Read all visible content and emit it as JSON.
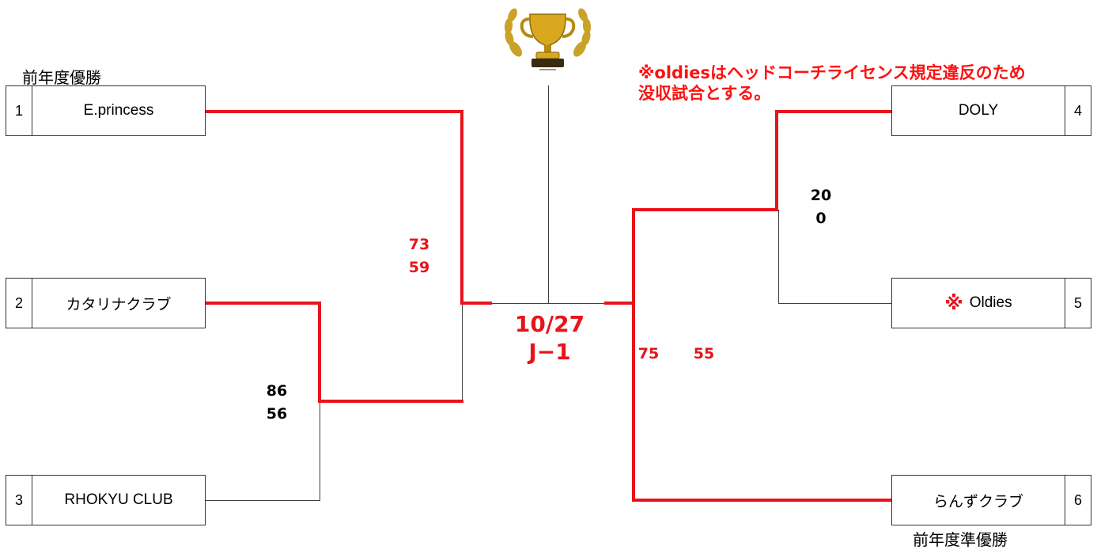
{
  "champion_label": "前年度優勝",
  "runner_up_label": "前年度準優勝",
  "notice": {
    "line1": "※oldiesはヘッドコーチライセンス規定違反のため",
    "line2": "没収試合とする。"
  },
  "final": {
    "date": "10/27",
    "court": "J−1"
  },
  "teams": [
    {
      "seed": "1",
      "name": "E.princess"
    },
    {
      "seed": "2",
      "name": "カタリナクラブ"
    },
    {
      "seed": "3",
      "name": "RHOKYU CLUB"
    },
    {
      "seed": "4",
      "name": "DOLY"
    },
    {
      "seed": "5",
      "name": "Oldies",
      "mark": "※"
    },
    {
      "seed": "6",
      "name": "らんずクラブ"
    }
  ],
  "scores": {
    "left_final": {
      "top": "73",
      "bottom": "59",
      "color": "#e8141b"
    },
    "left_first": {
      "top": "86",
      "bottom": "56",
      "color": "#000000"
    },
    "right_first": {
      "top": "20",
      "bottom": "0",
      "color": "#000000"
    },
    "right_final": {
      "left": "75",
      "right": "55",
      "color": "#e8141b"
    }
  },
  "colors": {
    "winner_line": "#e8141b",
    "loser_line": "#404040",
    "notice": "#ff1010"
  },
  "icons": {
    "trophy": "trophy-icon"
  }
}
